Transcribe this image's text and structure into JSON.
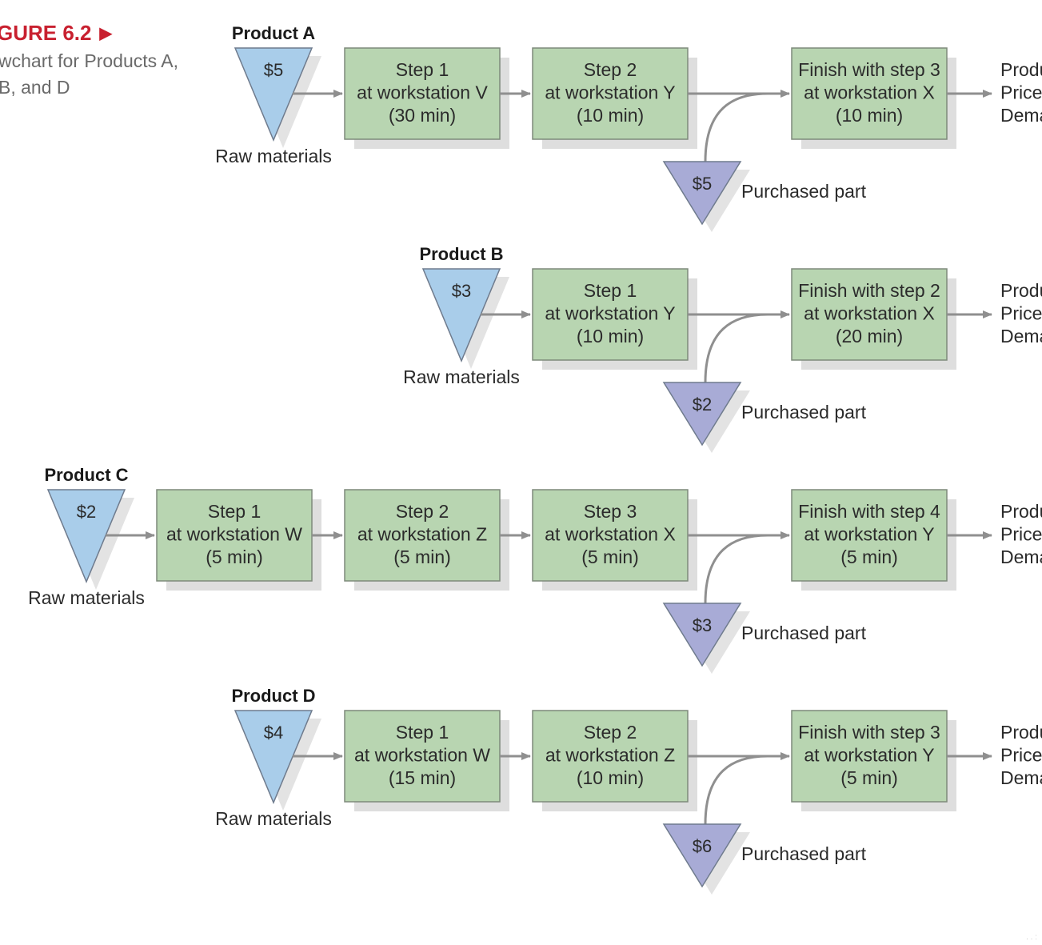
{
  "figure": {
    "title": "GURE 6.2",
    "title_arrow": "▶",
    "caption": "wchart for Products A, B, and D"
  },
  "colors": {
    "step_box": "#b8d5b1",
    "raw_triangle": "#a9cdea",
    "purchased_triangle": "#a8abd6",
    "arrow": "#8f8f8f",
    "title_red": "#c8202f"
  },
  "rows": [
    {
      "product": "Product A",
      "raw_cost": "$5",
      "raw_label": "Raw materials",
      "steps": [
        [
          "Step 1",
          "at workstation V",
          "(30 min)"
        ],
        [
          "Step 2",
          "at workstation Y",
          "(10 min)"
        ]
      ],
      "finish": [
        "Finish with step 3",
        "at workstation X",
        "(10 min)"
      ],
      "purchased_cost": "$5",
      "purchased_label": "Purchased part",
      "output": [
        "Produ",
        "Price:",
        "Dema"
      ]
    },
    {
      "product": "Product B",
      "raw_cost": "$3",
      "raw_label": "Raw materials",
      "steps": [
        [
          "Step 1",
          "at workstation Y",
          "(10 min)"
        ]
      ],
      "finish": [
        "Finish with step 2",
        "at workstation X",
        "(20 min)"
      ],
      "purchased_cost": "$2",
      "purchased_label": "Purchased part",
      "output": [
        "Produ",
        "Price:",
        "Dema"
      ]
    },
    {
      "product": "Product C",
      "raw_cost": "$2",
      "raw_label": "Raw materials",
      "steps": [
        [
          "Step 1",
          "at workstation W",
          "(5 min)"
        ],
        [
          "Step 2",
          "at workstation Z",
          "(5 min)"
        ],
        [
          "Step 3",
          "at workstation X",
          "(5 min)"
        ]
      ],
      "finish": [
        "Finish with step 4",
        "at workstation Y",
        "(5 min)"
      ],
      "purchased_cost": "$3",
      "purchased_label": "Purchased part",
      "output": [
        "Produ",
        "Price:",
        "Dema"
      ]
    },
    {
      "product": "Product D",
      "raw_cost": "$4",
      "raw_label": "Raw materials",
      "steps": [
        [
          "Step 1",
          "at workstation W",
          "(15 min)"
        ],
        [
          "Step 2",
          "at workstation Z",
          "(10 min)"
        ]
      ],
      "finish": [
        "Finish with step 3",
        "at workstation Y",
        "(5 min)"
      ],
      "purchased_cost": "$6",
      "purchased_label": "Purchased part",
      "output": [
        "Produ",
        "Price:",
        "Dema"
      ]
    }
  ]
}
